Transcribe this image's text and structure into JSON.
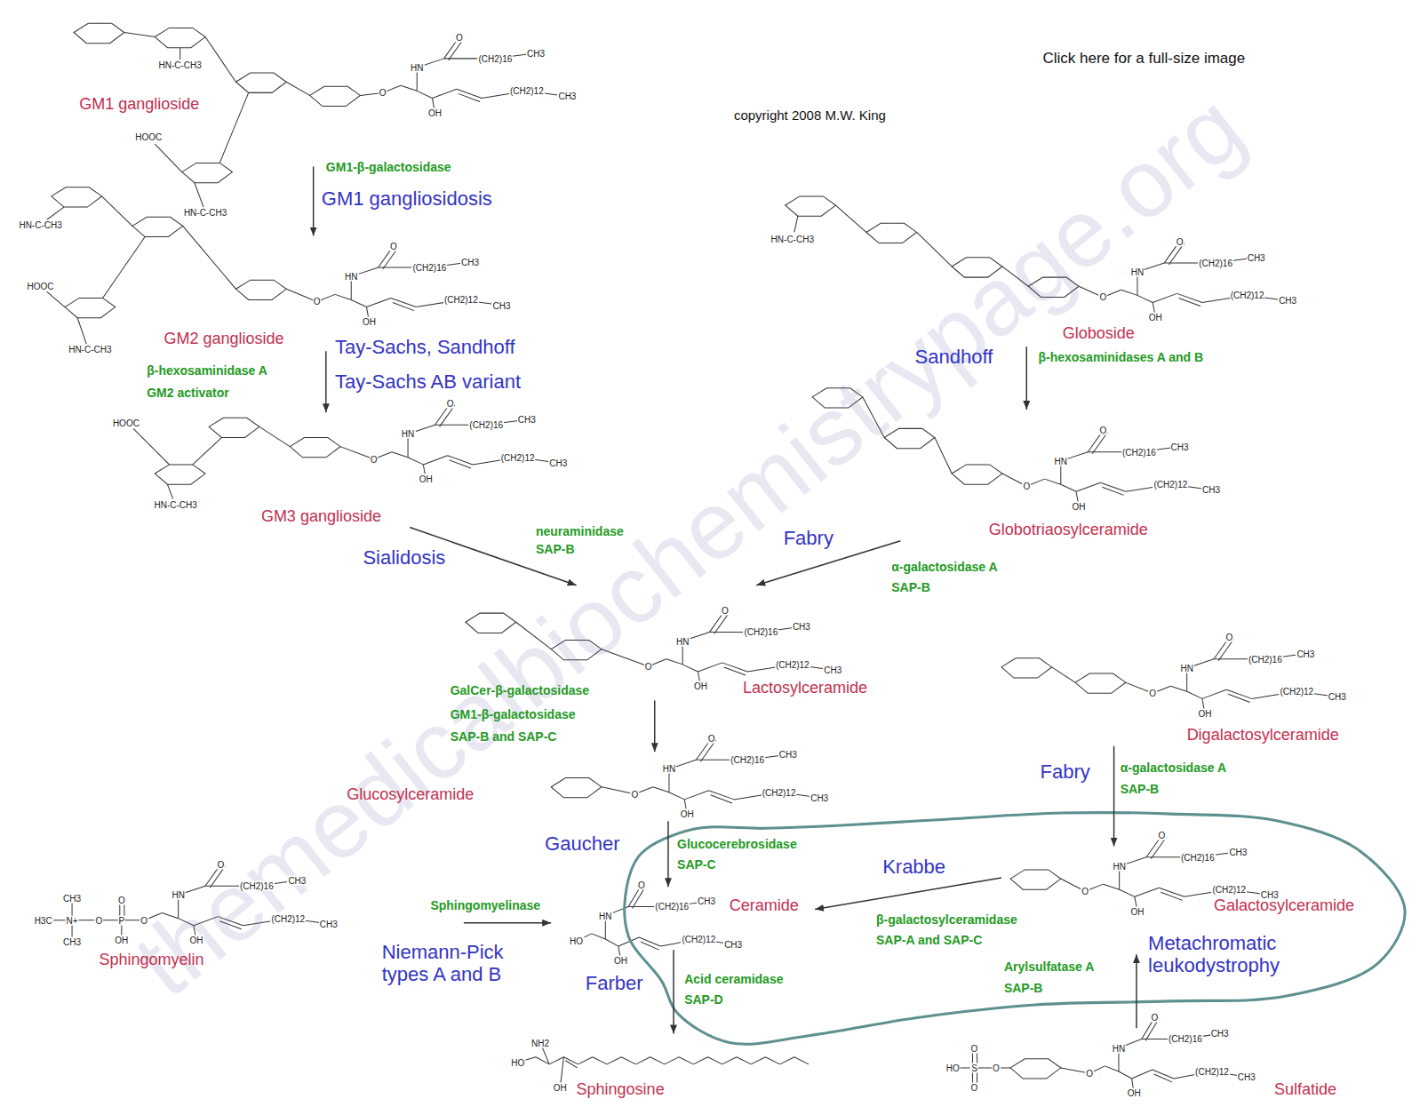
{
  "diagram": {
    "nodes": [
      {
        "text": [
          "GM1 ganglioside"
        ]
      },
      {
        "text": [
          "GM2 ganglioside"
        ]
      },
      {
        "text": [
          "Globoside"
        ]
      },
      {
        "text": [
          "GM3 ganglioside"
        ]
      },
      {
        "text": [
          "Globotriaosylceramide"
        ]
      },
      {
        "text": [
          "Lactosylceramide"
        ]
      },
      {
        "text": [
          "Digalactosylceramide"
        ]
      },
      {
        "text": [
          "Glucosylceramide"
        ]
      },
      {
        "text": [
          "Sphingomyelin"
        ]
      },
      {
        "text": [
          "Ceramide"
        ]
      },
      {
        "text": [
          "Galactosylceramide"
        ]
      },
      {
        "text": [
          "Sphingosine"
        ]
      },
      {
        "text": [
          "Sulfatide"
        ]
      }
    ],
    "edges": [
      {
        "from": 0,
        "to": 1,
        "arrow": "to"
      },
      {
        "from": 1,
        "to": 3,
        "arrow": "to"
      },
      {
        "from": 2,
        "to": 4,
        "arrow": "to"
      },
      {
        "from": 3,
        "to": 5,
        "arrow": "to"
      },
      {
        "from": 4,
        "to": 5,
        "arrow": "to"
      },
      {
        "from": 5,
        "to": 7,
        "arrow": "to"
      },
      {
        "from": 7,
        "to": 9,
        "arrow": "to"
      },
      {
        "from": 8,
        "to": 9,
        "arrow": "to"
      },
      {
        "from": 10,
        "to": 9,
        "arrow": "to"
      },
      {
        "from": 9,
        "to": 11,
        "arrow": "to"
      },
      {
        "from": 6,
        "to": 10,
        "arrow": "to"
      },
      {
        "from": 12,
        "to": 10,
        "arrow": "to"
      }
    ],
    "labels": [
      "Click here for a full-size image",
      "copyright 2008 M.W. King",
      "themedicalbiochemistrypage.org",
      "GM1-β-galactosidase",
      "GM1 gangliosidosis",
      "β-hexosaminidase A",
      "GM2 activator",
      "Tay-Sachs, Sandhoff",
      "Tay-Sachs AB variant",
      "Sandhoff",
      "β-hexosaminidases A and B",
      "neuraminidase",
      "SAP-B",
      "Sialidosis",
      "Fabry",
      "α-galactosidase A",
      "SAP-B",
      "GalCer-β-galactosidase",
      "GM1-β-galactosidase",
      "SAP-B and SAP-C",
      "Fabry",
      "α-galactosidase A",
      "SAP-B",
      "Gaucher",
      "Glucocerebrosidase",
      "SAP-C",
      "Krabbe",
      "β-galactosylceramidase",
      "SAP-A and SAP-C",
      "Sphingomyelinase",
      "Niemann-Pick types A and B",
      "Metachromatic leukodystrophy",
      "Arylsulfatase A",
      "SAP-B",
      "Farber",
      "Acid ceramidase",
      "SAP-D",
      "HN-C-CH3",
      "HOOC",
      "HN-C-CH3",
      "O",
      "HN",
      "O",
      "(CH2)16",
      "CH3",
      "OH",
      "(CH2)12",
      "CH3",
      "HN-C-CH3",
      "HOOC",
      "HN-C-CH3",
      "O",
      "HN",
      "O",
      "(CH2)16",
      "CH3",
      "OH",
      "(CH2)12",
      "CH3",
      "HN-C-CH3",
      "O",
      "HN",
      "O",
      "(CH2)16",
      "CH3",
      "OH",
      "(CH2)12",
      "CH3",
      "HOOC",
      "HN-C-CH3",
      "O",
      "HN",
      "O",
      "(CH2)16",
      "CH3",
      "OH",
      "(CH2)12",
      "CH3",
      "O",
      "HN",
      "O",
      "(CH2)16",
      "CH3",
      "OH",
      "(CH2)12",
      "CH3",
      "O",
      "HN",
      "O",
      "(CH2)16",
      "CH3",
      "OH",
      "(CH2)12",
      "CH3",
      "O",
      "HN",
      "O",
      "(CH2)16",
      "CH3",
      "OH",
      "(CH2)12",
      "CH3",
      "O",
      "HN",
      "O",
      "(CH2)16",
      "CH3",
      "OH",
      "(CH2)12",
      "CH3",
      "CH3",
      "H3C",
      "N+",
      "CH3",
      "O",
      "P",
      "O",
      "OH",
      "O",
      "HN",
      "O",
      "(CH2)16",
      "CH3",
      "OH",
      "(CH2)12",
      "CH3",
      "HO",
      "HN",
      "O",
      "(CH2)16",
      "CH3",
      "OH",
      "(CH2)12",
      "CH3",
      "O",
      "HN",
      "O",
      "(CH2)16",
      "CH3",
      "OH",
      "(CH2)12",
      "CH3",
      "NH2",
      "HO",
      "OH",
      "HO",
      "S",
      "O",
      "O",
      "O",
      "O",
      "HN",
      "O",
      "(CH2)16",
      "CH3",
      "OH",
      "(CH2)12",
      "CH3"
    ]
  }
}
